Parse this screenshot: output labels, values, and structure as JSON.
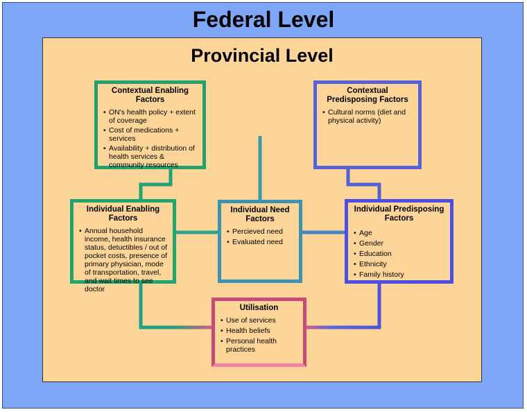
{
  "federal_level": {
    "title": "Federal Level"
  },
  "provincial_level": {
    "title": "Provincial Level"
  },
  "contextual_enabling": {
    "title": "Contextual Enabling Factors",
    "items": [
      "ON's health policy + extent of coverage",
      "Cost of medications + services",
      "Availability + distribution of health services & community resources"
    ]
  },
  "contextual_predisposing": {
    "title": "Contextual Predisposing Factors",
    "items": [
      "Cultural norms (diet and physical activity)"
    ]
  },
  "individual_enabling": {
    "title": "Individual Enabling Factors",
    "items": [
      "Annual household income, health insurance status, detuctibles / out of pocket costs, presence of primary physician, mode of transportation, travel, and wait times to see doctor"
    ]
  },
  "individual_need": {
    "title": "Individual Need Factors",
    "items": [
      "Percieved need",
      "Evaluated need"
    ]
  },
  "individual_predisposing": {
    "title": "Individual Predisposing Factors",
    "items": [
      "Age",
      "Gender",
      "Education",
      "Ethnicity",
      "Family history"
    ]
  },
  "utilisation": {
    "title": "Utilisation",
    "items": [
      "Use of services",
      "Health beliefs",
      "Personal health practices"
    ]
  },
  "colors": {
    "federal_bg": "#7ea6f6",
    "provincial_bg": "#fed598",
    "green": "#23a06e",
    "teal": "#3b94b5",
    "blue": "#4d4ee6",
    "pink": "#c94a78"
  }
}
